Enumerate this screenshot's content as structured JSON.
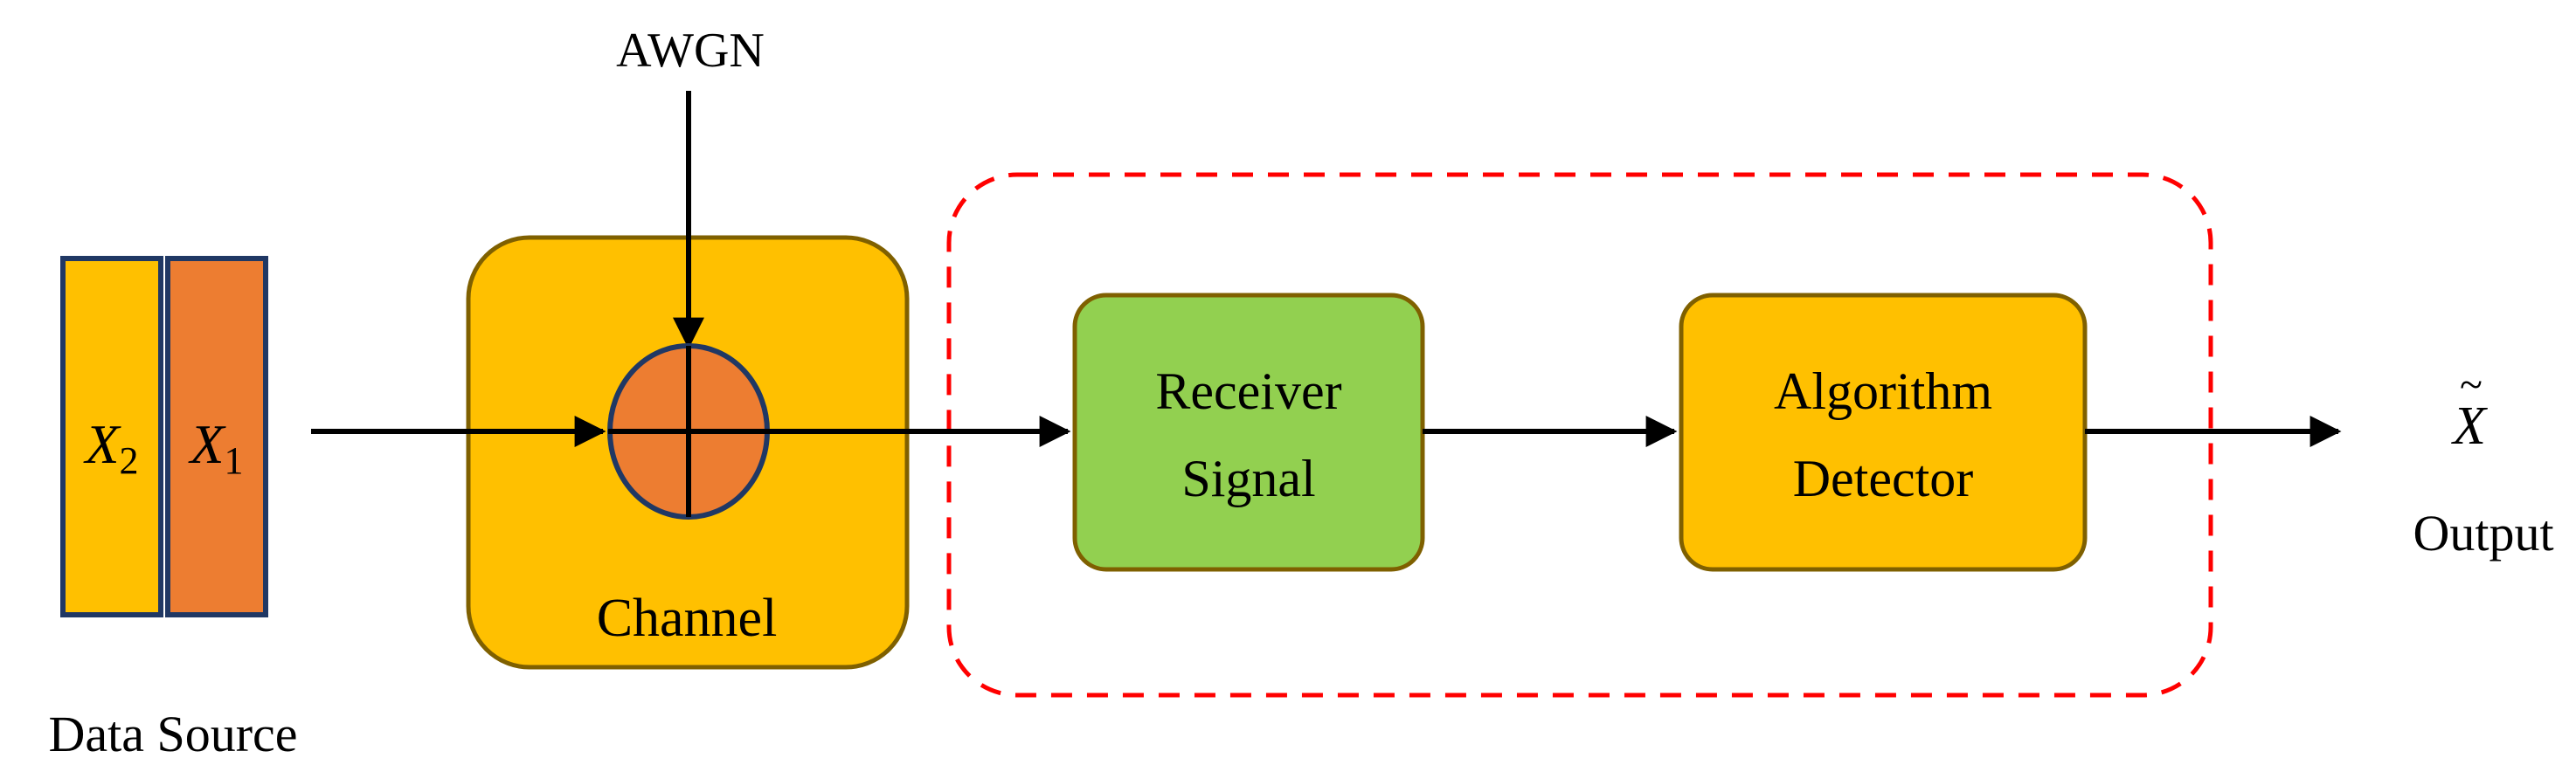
{
  "labels": {
    "noise": "AWGN",
    "source": "Data Source",
    "channel": "Channel",
    "receiver_line1": "Receiver",
    "receiver_line2": "Signal",
    "detector_line1": "Algorithm",
    "detector_line2": "Detector",
    "output": "Output"
  },
  "source_symbols": {
    "x2_base": "X",
    "x2_sub": "2",
    "x1_base": "X",
    "x1_sub": "1"
  },
  "output_symbol": {
    "base": "X",
    "tilde": "~"
  },
  "colors": {
    "orange_fill": "#ed7d31",
    "yellow_fill": "#ffc000",
    "green_fill": "#92d050",
    "box_stroke": "#7f6000",
    "navy_stroke": "#203864",
    "dashed_region": "#ff0000",
    "arrow": "#000000"
  }
}
